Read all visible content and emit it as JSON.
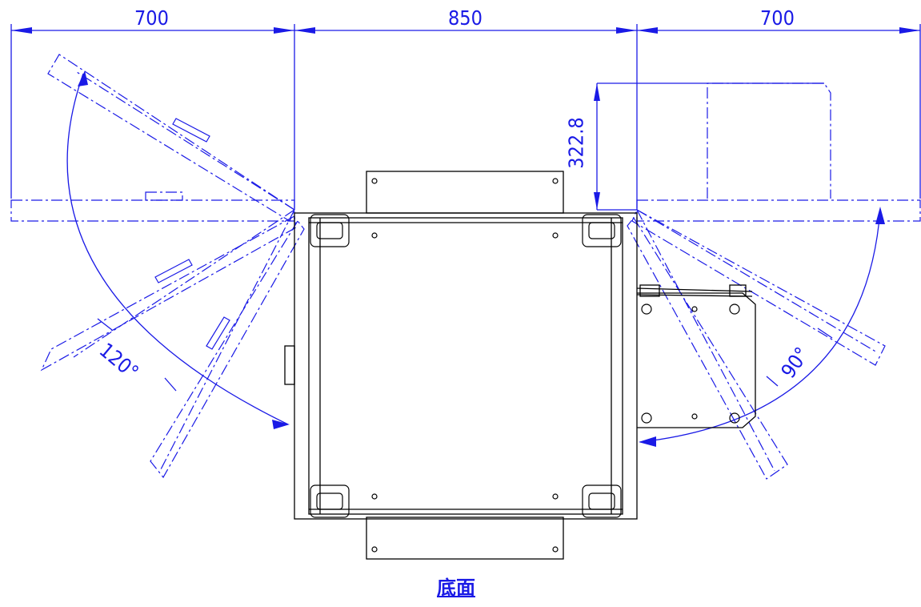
{
  "dimensions": {
    "left_width": "700",
    "center_width": "850",
    "right_width": "700",
    "height": "322.8",
    "left_angle": "120°",
    "right_angle": "90°"
  },
  "caption": "底面",
  "colors": {
    "dimension": "#1a1ae6",
    "outline": "#000000",
    "background": "#ffffff"
  }
}
